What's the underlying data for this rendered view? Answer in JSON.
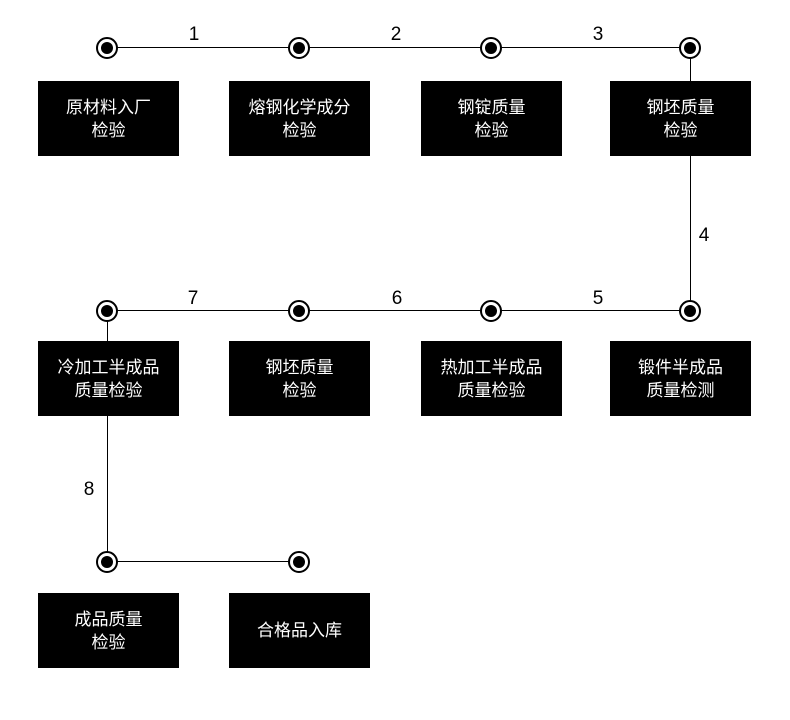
{
  "diagram": {
    "colors": {
      "background": "#ffffff",
      "box_background": "#000000",
      "box_text": "#ffffff",
      "line": "#000000"
    },
    "boxes": [
      {
        "label": "原材料入厂\n检验"
      },
      {
        "label": "熔钢化学成分\n检验"
      },
      {
        "label": "钢锭质量\n检验"
      },
      {
        "label": "钢坯质量\n检验"
      },
      {
        "label": "冷加工半成品\n质量检验"
      },
      {
        "label": "钢坯质量\n检验"
      },
      {
        "label": "热加工半成品\n质量检验"
      },
      {
        "label": "锻件半成品\n质量检测"
      },
      {
        "label": "成品质量\n检验"
      },
      {
        "label": "合格品入库"
      }
    ],
    "edge_labels": [
      "1",
      "2",
      "3",
      "4",
      "5",
      "6",
      "7",
      "8"
    ]
  }
}
